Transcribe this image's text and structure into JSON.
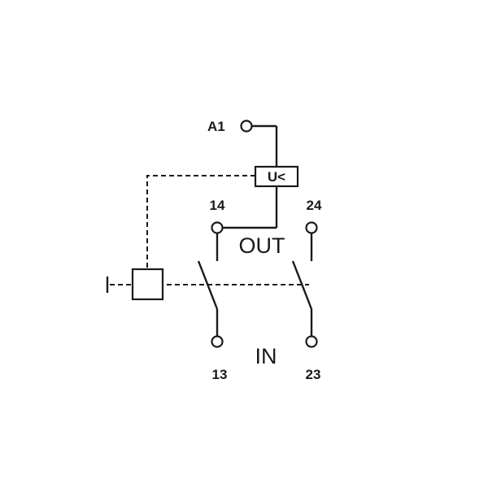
{
  "terminals": {
    "a1": "A1",
    "t14": "14",
    "t24": "24",
    "t13": "13",
    "t23": "23"
  },
  "relay_label": "U<",
  "labels": {
    "out": "OUT",
    "in": "IN"
  },
  "colors": {
    "line": "#1a1a1a",
    "background": "#ffffff"
  }
}
